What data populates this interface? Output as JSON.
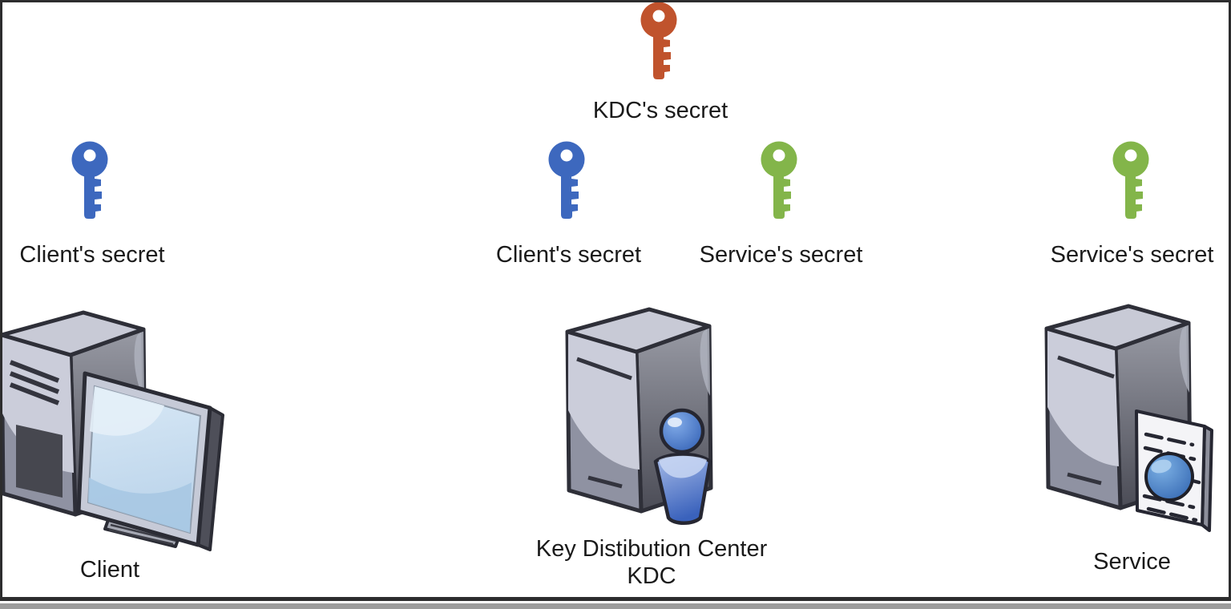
{
  "diagram": {
    "background": "#ffffff",
    "frame_color": "#2d2d2e"
  },
  "colors": {
    "kdc_key": "#C0532D",
    "client_key": "#3D68BE",
    "service_key": "#83B54A",
    "outline": "#2E2F38",
    "text": "#1a1a1a"
  },
  "keys": {
    "kdc": {
      "label": "KDC's secret"
    },
    "client_left": {
      "label": "Client's secret"
    },
    "client_center": {
      "label": "Client's secret"
    },
    "service_center": {
      "label": "Service's secret"
    },
    "service_right": {
      "label": "Service's secret"
    }
  },
  "nodes": {
    "client": {
      "label": "Client"
    },
    "kdc": {
      "label_line1": "Key Distibution Center",
      "label_line2": "KDC"
    },
    "service": {
      "label": "Service"
    }
  }
}
